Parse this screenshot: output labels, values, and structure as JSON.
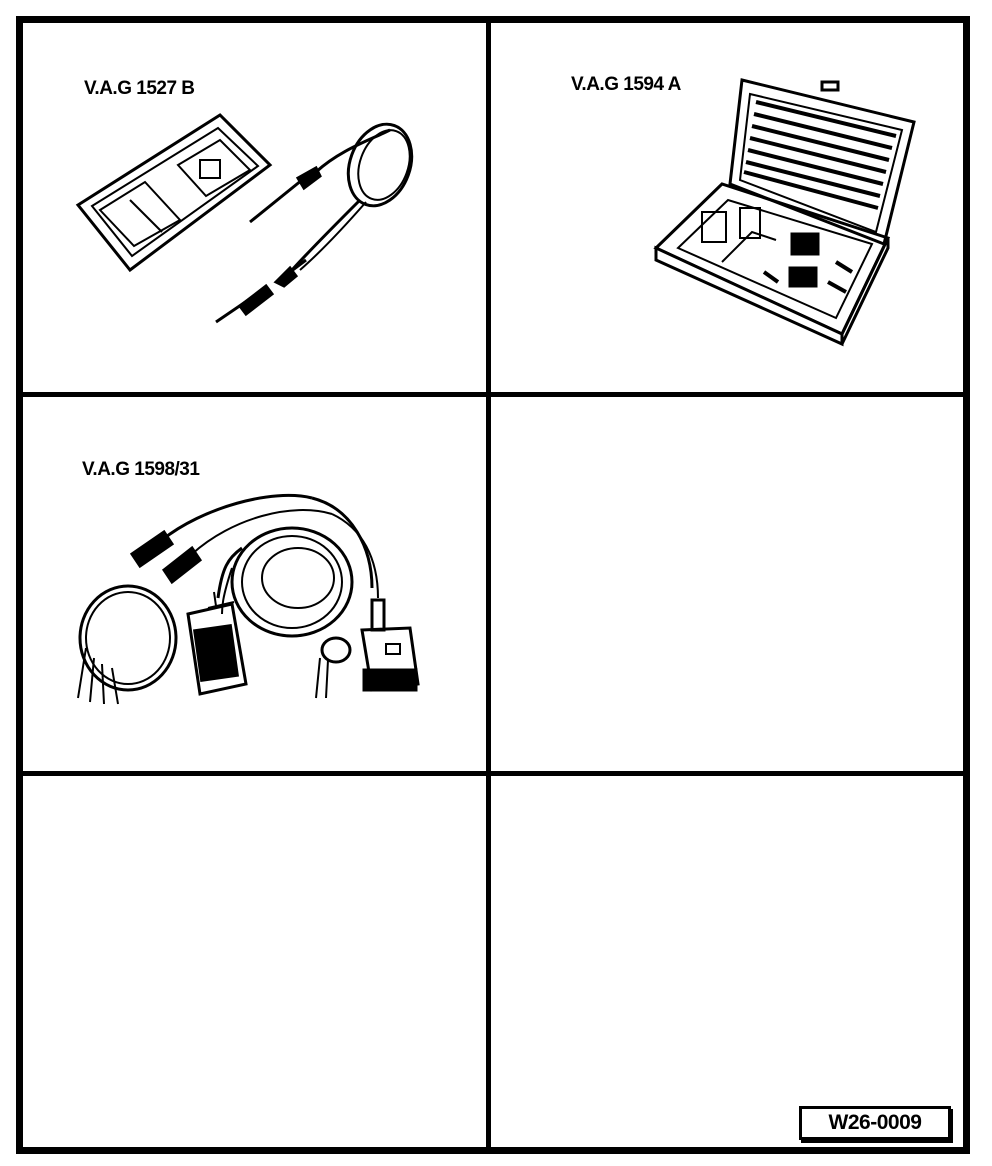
{
  "cells": [
    {
      "label": "V.A.G 1527 B",
      "icon": "continuity-tester-icon"
    },
    {
      "label": "V.A.G 1594 A",
      "icon": "adapter-set-case-icon"
    },
    {
      "label": "V.A.G 1598/31",
      "icon": "test-adapter-cable-icon"
    }
  ],
  "reference": "W26-0009"
}
